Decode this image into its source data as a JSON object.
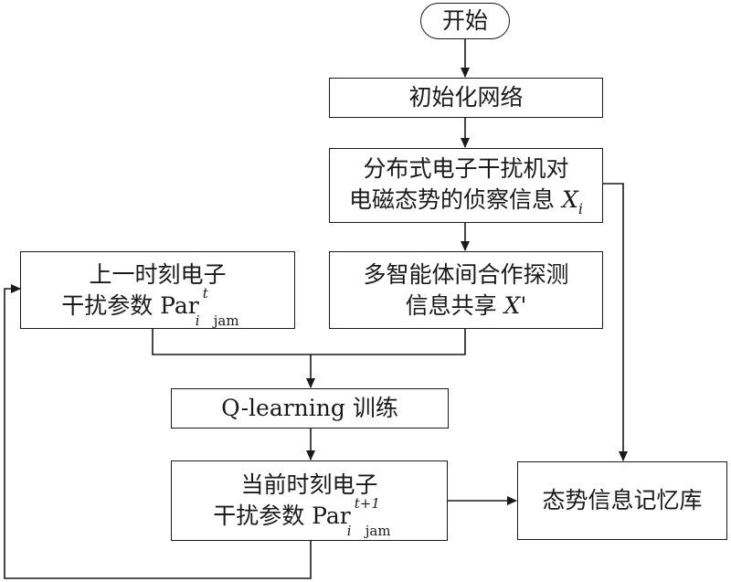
{
  "nodes": {
    "start": "开始",
    "init": "初始化网络",
    "recon_line1": "分布式电子干扰机对",
    "recon_line2": "电磁态势的侦察信息",
    "recon_var": "X",
    "recon_sub": "i",
    "share_line1": "多智能体间合作探测",
    "share_line2": "信息共享",
    "share_var": "X",
    "share_prime": "'",
    "prev_line1": "上一时刻电子",
    "prev_line2": "干扰参数 Par",
    "prev_sup": "t",
    "prev_sub_i": "i",
    "prev_sub_jam": "jam",
    "qlearn": "Q-learning 训练",
    "curr_line1": "当前时刻电子",
    "curr_line2": "干扰参数 Par",
    "curr_sup": "t+1",
    "curr_sub_i": "i",
    "curr_sub_jam": "jam",
    "memory": "态势信息记忆库"
  }
}
